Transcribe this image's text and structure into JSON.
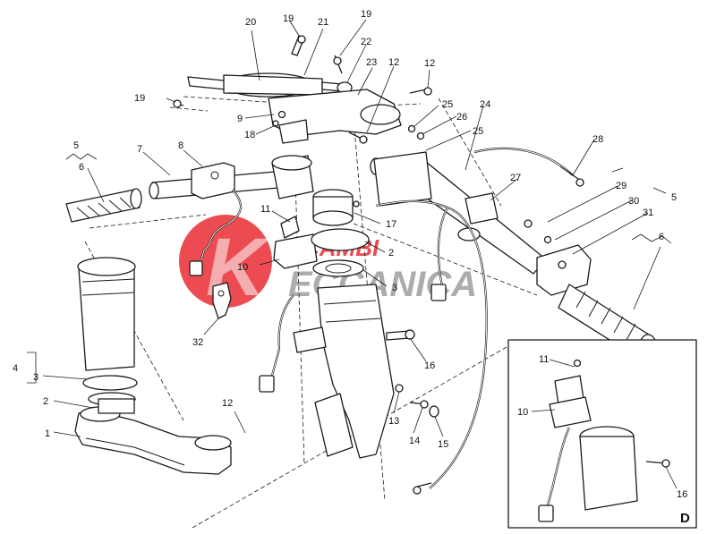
{
  "diagram": {
    "part_numbers": {
      "p1": "1",
      "p2": "2",
      "p3": "3",
      "p4": "4",
      "p5": "5",
      "p6": "6",
      "p7": "7",
      "p8": "8",
      "p9": "9",
      "p10": "10",
      "p11": "11",
      "p12": "12",
      "p13": "13",
      "p14": "14",
      "p15": "15",
      "p16": "16",
      "p17": "17",
      "p18": "18",
      "p19": "19",
      "p20": "20",
      "p21": "21",
      "p22": "22",
      "p23": "23",
      "p24": "24",
      "p25": "25",
      "p26": "26",
      "p27": "27",
      "p28": "28",
      "p29": "29",
      "p30": "30",
      "p31": "31",
      "p32": "32"
    },
    "inset_label": "D"
  },
  "watermark": {
    "line1": "RICAMBI",
    "line2": "ECCANICA",
    "letter": "K",
    "color": "#e8262b"
  }
}
